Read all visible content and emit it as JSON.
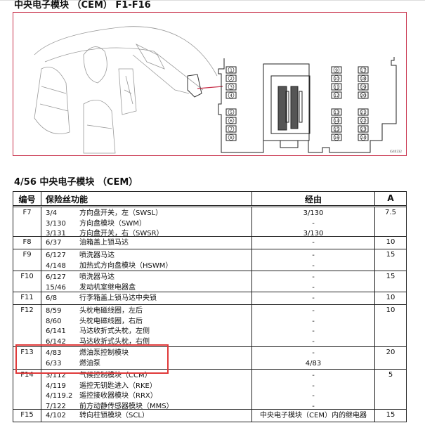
{
  "page_top_title": "中央电子模块 （CEM） F1-F16",
  "figure": {
    "figure_id": "IG40232",
    "fuse_numbers": [
      "1",
      "2",
      "3",
      "4",
      "5",
      "6",
      "7",
      "8",
      "9",
      "10",
      "11",
      "12",
      "13",
      "14",
      "15",
      "16",
      "17",
      "18",
      "19",
      "20",
      "21",
      "22",
      "23",
      "24"
    ]
  },
  "section_title": "4/56 中央电子模块 （CEM）",
  "table": {
    "headers": [
      "编号",
      "保险丝功能",
      "经由",
      "A"
    ],
    "rows": [
      {
        "fuse": "F7",
        "amp": "7.5",
        "items": [
          {
            "ref": "3/4",
            "func": "方向盘开关，左（SWSL）",
            "via": "3/130"
          },
          {
            "ref": "3/130",
            "func": "方向盘模块（SWM）",
            "via": "-"
          },
          {
            "ref": "3/131",
            "func": "方向盘开关，右（SWSR）",
            "via": "3/130"
          }
        ]
      },
      {
        "fuse": "F8",
        "amp": "10",
        "items": [
          {
            "ref": "6/37",
            "func": "油箱盖上锁马达",
            "via": "-"
          }
        ]
      },
      {
        "fuse": "F9",
        "amp": "15",
        "items": [
          {
            "ref": "6/127",
            "func": "喷洗器马达",
            "via": "-"
          },
          {
            "ref": "4/148",
            "func": "加热式方向盘模块（HSWM）",
            "via": "-"
          }
        ]
      },
      {
        "fuse": "F10",
        "amp": "15",
        "items": [
          {
            "ref": "6/127",
            "func": "喷洗器马达",
            "via": "-"
          },
          {
            "ref": "15/46",
            "func": "发动机室继电器盒",
            "via": "-"
          }
        ]
      },
      {
        "fuse": "F11",
        "amp": "10",
        "items": [
          {
            "ref": "6/8",
            "func": "行李箱盖上锁马达中央锁",
            "via": "-"
          }
        ]
      },
      {
        "fuse": "F12",
        "amp": "10",
        "items": [
          {
            "ref": "8/59",
            "func": "头枕电磁线圈，左后",
            "via": "-"
          },
          {
            "ref": "8/60",
            "func": "头枕电磁线圈，右后",
            "via": "-"
          },
          {
            "ref": "6/141",
            "func": "马达收折式头枕，左侧",
            "via": "-"
          },
          {
            "ref": "6/142",
            "func": "马达收折式头枕，右侧",
            "via": "-"
          }
        ]
      },
      {
        "fuse": "F13",
        "amp": "20",
        "items": [
          {
            "ref": "4/83",
            "func": "燃油泵控制模块",
            "via": "-"
          },
          {
            "ref": "6/33",
            "func": "燃油泵",
            "via": "4/83"
          }
        ]
      },
      {
        "fuse": "F14",
        "amp": "5",
        "items": [
          {
            "ref": "3/112",
            "func": "气候控制模块（CCM）",
            "via": "-"
          },
          {
            "ref": "4/119",
            "func": "遥控无钥匙进入（RKE）",
            "via": "-"
          },
          {
            "ref": "4/119.2",
            "func": "遥控接收器模块（RRX）",
            "via": "-"
          },
          {
            "ref": "7/122",
            "func": "前方动静传感器模块（MMS）",
            "via": "-"
          }
        ]
      },
      {
        "fuse": "F15",
        "amp": "15",
        "items": [
          {
            "ref": "4/102",
            "func": "转向柱锁模块（SCL）",
            "via": "中央电子模块（CEM）内的继电器"
          }
        ]
      }
    ]
  },
  "colors": {
    "figure_border": "#c8304a",
    "highlight": "#e03a3a"
  }
}
